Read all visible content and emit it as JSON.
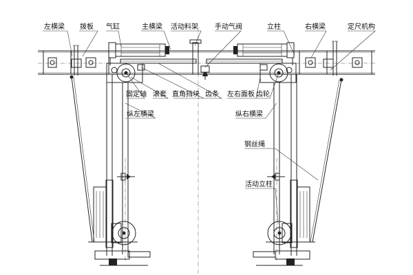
{
  "labels": {
    "left_cross_beam": "左横梁",
    "pull_plate": "拨板",
    "air_cylinder": "气缸",
    "main_cross_beam": "主横梁",
    "movable_rack": "活动料架",
    "manual_valve": "手动气阀",
    "upright": "立柱",
    "right_cross_beam": "右横梁",
    "fixed_gauge": "定尺机构",
    "fixed_shaft": "固定轴",
    "roller_sleeve": "滚套",
    "right_angle_block": "直角挡块",
    "rack": "齿条",
    "left_right_panel": "左右面板",
    "gear": "齿轮",
    "long_left_beam": "纵左横梁",
    "long_right_beam": "纵右横梁",
    "wire_rope": "钢丝绳",
    "movable_upright": "活动立柱"
  }
}
